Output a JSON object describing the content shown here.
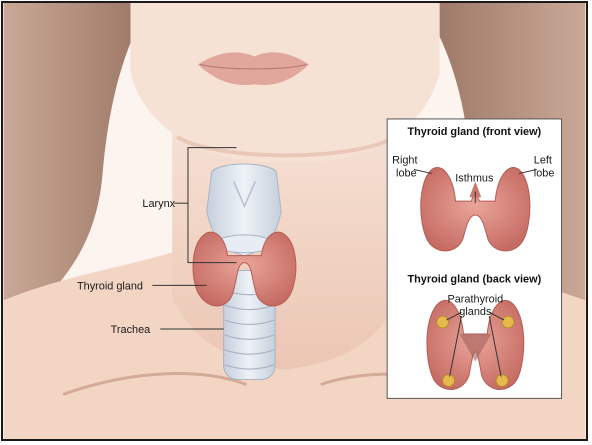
{
  "labels": {
    "larynx": "Larynx",
    "thyroid_gland": "Thyroid gland",
    "trachea": "Trachea"
  },
  "front_view": {
    "title": "Thyroid gland (front view)",
    "right_lobe_line1": "Right",
    "right_lobe_line2": "lobe",
    "isthmus": "Isthmus",
    "left_lobe_line1": "Left",
    "left_lobe_line2": "lobe"
  },
  "back_view": {
    "title": "Thyroid gland (back view)",
    "parathyroid_line1": "Parathyroid",
    "parathyroid_line2": "glands"
  },
  "colors": {
    "skin": "#f3d8c9",
    "hair": "#9a7462",
    "thyroid": "#d9837a",
    "cartilage": "#dfe6f0",
    "parathyroid": "#e6b94e"
  },
  "icons": [
    "thyroid-gland-icon",
    "parathyroid-gland-icon",
    "larynx-icon",
    "trachea-icon"
  ]
}
